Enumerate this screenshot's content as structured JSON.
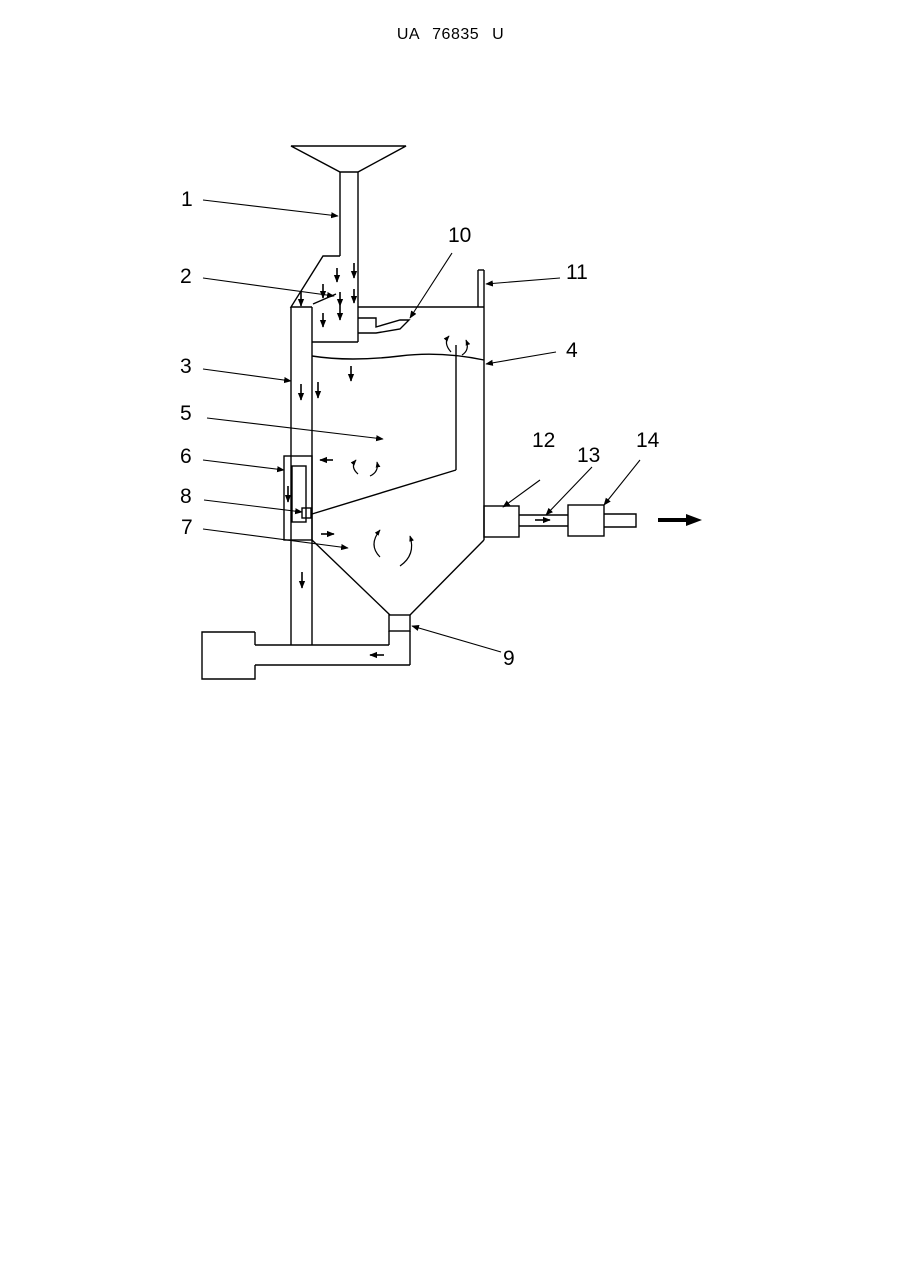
{
  "header": {
    "patent_id": "UA   76835   U"
  },
  "labels": [
    "1",
    "2",
    "3",
    "4",
    "5",
    "6",
    "7",
    "8",
    "9",
    "10",
    "11",
    "12",
    "13",
    "14"
  ]
}
